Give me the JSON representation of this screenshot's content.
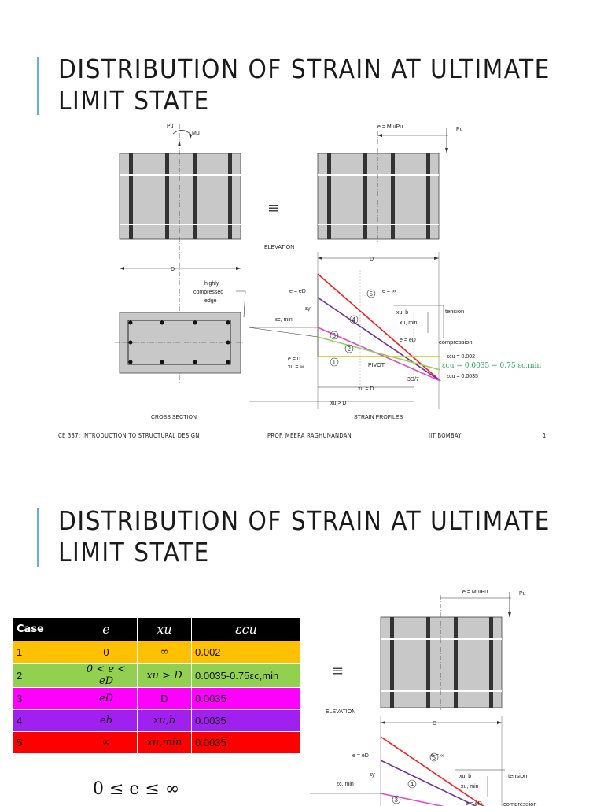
{
  "slide1": {
    "title_line1": "DISTRIBUTION OF STRAIN AT ULTIMATE",
    "title_line2": "LIMIT STATE",
    "footer": {
      "course": "CE 337: INTRODUCTION TO STRUCTURAL DESIGN",
      "author": "PROF. MEERA RAGHUNANDAN",
      "institute": "IIT BOMBAY",
      "page": "1"
    }
  },
  "slide2": {
    "title_line1": "DISTRIBUTION OF STRAIN AT ULTIMATE",
    "title_line2": "LIMIT STATE",
    "table": {
      "headers": [
        "Case",
        "e",
        "xu",
        "εcu"
      ],
      "rows": [
        {
          "case": "1",
          "e": "0",
          "xu": "∞",
          "ecu": "0.002",
          "color": "#ffc000"
        },
        {
          "case": "2",
          "e": "0 < e < eD",
          "xu": "xu > D",
          "ecu": "0.0035-0.75εc,min",
          "color": "#92d050"
        },
        {
          "case": "3",
          "e": "eD",
          "xu": "D",
          "ecu": "0.0035",
          "color": "#ff00ff"
        },
        {
          "case": "4",
          "e": "eb",
          "xu": "xu,b",
          "ecu": "0.0035",
          "color": "#a020f0"
        },
        {
          "case": "5",
          "e": "∞",
          "xu": "xu,min",
          "ecu": "0.0035",
          "color": "#ff0000"
        }
      ]
    },
    "range_text": "0 ≤ e ≤ ∞"
  },
  "diagram": {
    "pu": "Pu",
    "mu": "Mu",
    "d": "D",
    "equiv": "≡",
    "elevation": "ELEVATION",
    "cross_section": "CROSS SECTION",
    "strain_profiles": "STRAIN PROFILES",
    "highly": "highly",
    "compressed": "compressed",
    "edge": "edge",
    "e_eq": "e = Mu/Pu",
    "e_eD": "e = eD",
    "e_inf": "e = ∞",
    "ey": "εy",
    "ecmin": "εc, min",
    "e0": "e = 0",
    "xu_inf": "xu = ∞",
    "xub": "xu, b",
    "xumin": "xu, min",
    "tension": "tension",
    "compression": "compression",
    "ecu002": "εcu = 0.002",
    "ecu_formula": "εcu = 0.0035 − 0.75 εc,min",
    "ecu0035": "εcu = 0.0035",
    "pivot": "PIVOT",
    "d37": "3D/7",
    "xu_d": "xu = D",
    "xu_gt_d": "xu > D",
    "n1": "1",
    "n2": "2",
    "n3": "3",
    "n4": "4",
    "n5": "5"
  },
  "colors": {
    "accent": "#5fb3d6",
    "line_red": "#ff1a1a",
    "line_purple": "#7030a0",
    "line_magenta": "#e04bd6",
    "line_green": "#8ed05a",
    "line_yellow": "#c8c800",
    "concrete": "#c8c8c8"
  }
}
